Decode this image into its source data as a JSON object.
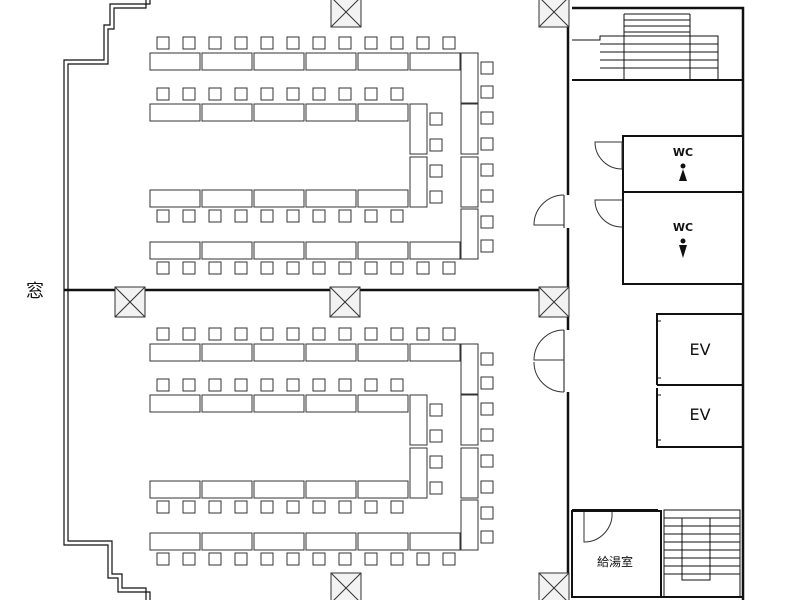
{
  "labels": {
    "window": "窓",
    "wc_upper": "WC",
    "wc_lower": "WC",
    "ev_upper": "EV",
    "ev_lower": "EV",
    "kitchenette": "給湯室"
  },
  "icons": {
    "wc_upper": "female-restroom-icon",
    "wc_lower": "male-restroom-icon",
    "pillar": "pillar-cross-icon",
    "stairs": "stairs-icon",
    "door_swing": "door-swing-icon"
  },
  "colors": {
    "line": "#111111",
    "fill": "#ffffff",
    "pillar_fill": "#f2f2f2"
  }
}
